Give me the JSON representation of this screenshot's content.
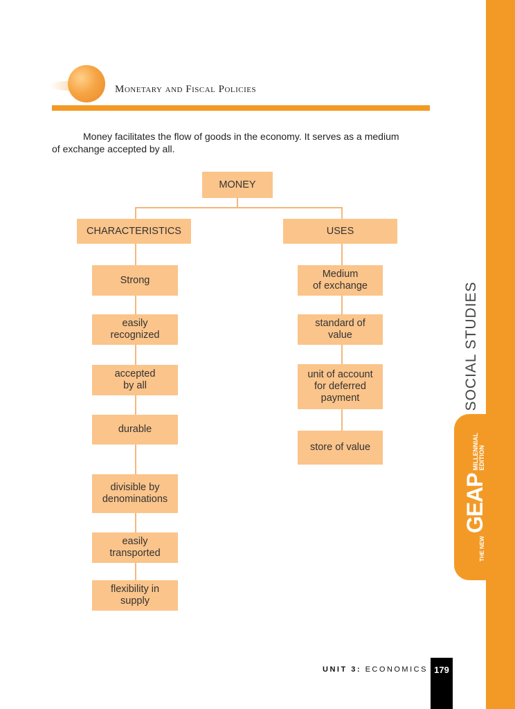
{
  "header": {
    "section_title": "Monetary and Fiscal Policies"
  },
  "intro": {
    "line1": "Money facilitates the flow of goods in the economy. It serves as a medium",
    "line2": "of exchange accepted by all."
  },
  "diagram": {
    "root": "MONEY",
    "left_heading": "CHARACTERISTICS",
    "right_heading": "USES",
    "characteristics": [
      "Strong",
      "easily\nrecognized",
      "accepted\nby all",
      "durable",
      "divisible by\ndenominations",
      "easily\ntransported",
      "flexibility in\nsupply"
    ],
    "uses": [
      "Medium\nof exchange",
      "standard of\nvalue",
      "unit of account\nfor deferred\npayment",
      "store of value"
    ]
  },
  "sidebar": {
    "subject": "SOCIAL STUDIES",
    "brand_small": "THE NEW",
    "brand_name": "GEAP",
    "brand_edition_1": "MILLENNIAL",
    "brand_edition_2": "EDITION"
  },
  "footer": {
    "unit_label": "UNIT 3:",
    "unit_name": "ECONOMICS",
    "page_number": "179"
  },
  "colors": {
    "accent": "#f39a26",
    "box_fill": "#fbc48a"
  }
}
